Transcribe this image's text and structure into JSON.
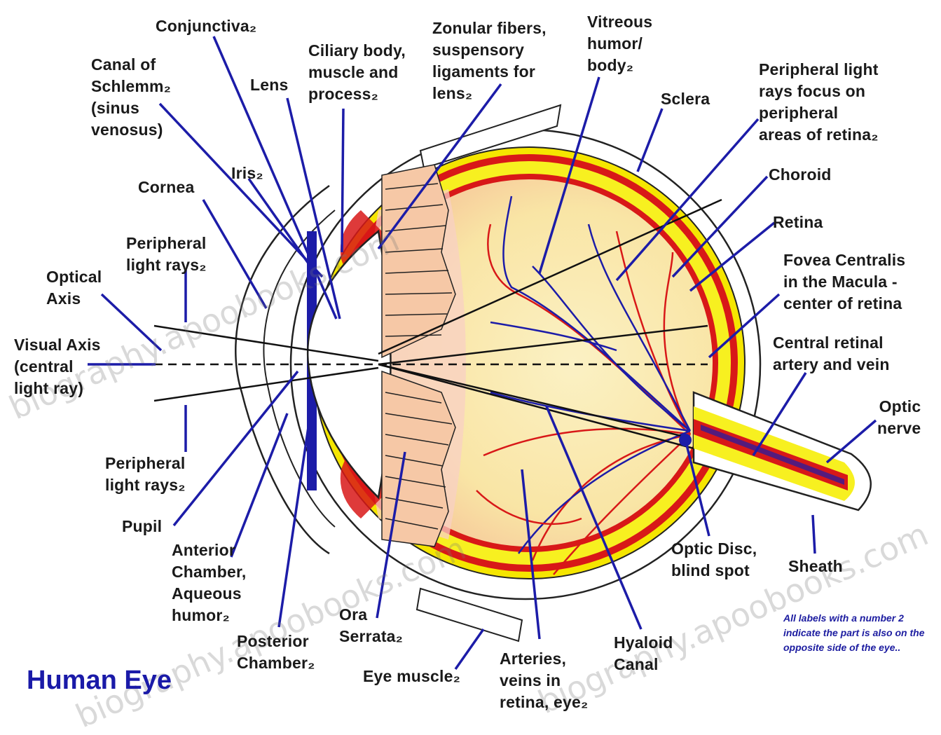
{
  "title": "Human Eye",
  "labels": {
    "conjunctiva": "Conjunctiva₂",
    "canal_schlemm": "Canal of\nSchlemm₂\n(sinus\nvenosus)",
    "lens": "Lens",
    "ciliary": "Ciliary body,\nmuscle and\nprocess₂",
    "zonular": "Zonular fibers,\nsuspensory\nligaments for\nlens₂",
    "vitreous": "Vitreous\nhumor/\nbody₂",
    "sclera": "Sclera",
    "peripheral_focus": "Peripheral light\nrays focus on\nperipheral\nareas of retina₂",
    "choroid": "Choroid",
    "retina": "Retina",
    "fovea": "Fovea Centralis\nin the Macula -\ncenter of retina",
    "central_artery": "Central retinal\nartery and vein",
    "optic_nerve": "Optic\nnerve",
    "iris": "Iris₂",
    "cornea": "Cornea",
    "peripheral_rays_top": "Peripheral\nlight rays₂",
    "optical_axis": "Optical\nAxis",
    "visual_axis": "Visual Axis\n(central\nlight ray)",
    "peripheral_rays_bottom": "Peripheral\nlight rays₂",
    "pupil": "Pupil",
    "anterior_chamber": "Anterior\nChamber,\nAqueous\nhumor₂",
    "posterior_chamber": "Posterior\nChamber₂",
    "ora_serrata": "Ora\nSerrata₂",
    "eye_muscle": "Eye muscle₂",
    "arteries": "Arteries,\nveins in\nretina, eye₂",
    "hyaloid": "Hyaloid\nCanal",
    "optic_disc": "Optic Disc,\nblind spot",
    "sheath": "Sheath"
  },
  "note": "All labels with a number 2 indicate the part is also on the opposite side of the eye..",
  "watermarks": [
    "biography.apoobooks.com",
    "biography.apoobooks.com",
    "biography.apoobooks.com"
  ],
  "colors": {
    "label_line": "#1c1ca8",
    "blood": "#d81818",
    "choroid_yellow": "#f7f020",
    "retina_fill": "#f8d4b4",
    "vitreous_fill": "#f9e6a8",
    "lens_fill": "#f3c9a6",
    "title": "#1a1aa8"
  }
}
